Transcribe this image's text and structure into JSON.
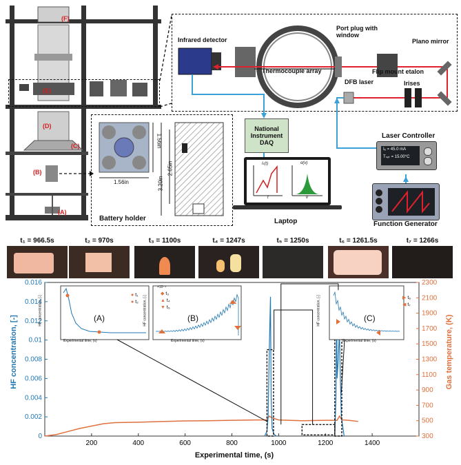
{
  "rig": {
    "labels": [
      "(F)",
      "(E)",
      "(D)",
      "(C)",
      "(B)",
      "(A)"
    ],
    "battery_holder": {
      "title": "Battery holder",
      "dims": [
        "1.56in",
        "1.56in",
        "3.20in",
        "2.65in"
      ]
    }
  },
  "optics": {
    "infrared_detector": "Infrared detector",
    "port_plug": "Port plug with window",
    "plano_mirror": "Plano mirror",
    "thermocouple": "Thermocouple array",
    "flip_mount": "Flip mount etalon",
    "dfb_laser": "DFB laser",
    "irises": "Irises",
    "daq": "National Instrument DAQ",
    "laptop": "Laptop",
    "laser_controller": "Laser Controller",
    "controller_line1": "Iₑ = 45.0 mA",
    "controller_line2": "Tₛₑₜ = 15.00°C",
    "function_generator": "Function Generator",
    "plot1_ylabel": "Iₜ(t)",
    "plot1_xlabel": "t",
    "plot2_ylabel": "α(ν)",
    "plot2_xlabel": "ν"
  },
  "photos": [
    {
      "label": "t₁ = 966.5s"
    },
    {
      "label": "t₂ = 970s"
    },
    {
      "label": "t₃ = 1100s"
    },
    {
      "label": "t₄ = 1247s"
    },
    {
      "label": "t₅ = 1250s"
    },
    {
      "label": "t₆ = 1261.5s"
    },
    {
      "label": "t₇ = 1266s"
    }
  ],
  "colors": {
    "hf": "#1f77b4",
    "temp": "#e0703c",
    "beam": "#e0202c",
    "signal": "#3aa0d8",
    "daq": "#cfe3c8"
  },
  "chart_data": {
    "type": "line",
    "xlabel": "Experimental time, (s)",
    "ylabel_left": "HF concentration, [-]",
    "ylabel_right": "Gas temperature, (K)",
    "xlim": [
      0,
      1600
    ],
    "ylim_left": [
      0,
      0.016
    ],
    "ylim_right": [
      300,
      2300
    ],
    "x_ticks": [
      "200",
      "400",
      "600",
      "800",
      "1000",
      "1200",
      "1400"
    ],
    "y_ticks_left": [
      "0",
      "0.002",
      "0.004",
      "0.006",
      "0.008",
      "0.01",
      "0.012",
      "0.014",
      "0.016"
    ],
    "y_ticks_right": [
      "300",
      "500",
      "700",
      "900",
      "1100",
      "1300",
      "1500",
      "1700",
      "1900",
      "2100",
      "2300"
    ],
    "temperature": {
      "x": [
        0,
        50,
        100,
        150,
        200,
        250,
        300,
        400,
        500,
        600,
        700,
        800,
        900,
        950,
        960,
        970,
        1000,
        1100,
        1200,
        1250,
        1260,
        1270,
        1300,
        1340
      ],
      "y": [
        300,
        320,
        360,
        400,
        430,
        460,
        475,
        480,
        490,
        497,
        500,
        505,
        510,
        510,
        560,
        540,
        510,
        500,
        505,
        505,
        560,
        510,
        505,
        490
      ]
    },
    "hf_spikes": [
      {
        "x": [
          940,
          950,
          955,
          960,
          965,
          968,
          972,
          980,
          990
        ],
        "y": [
          0,
          0.0005,
          0.002,
          0.009,
          0.0145,
          0.004,
          0.0008,
          0.0002,
          0
        ]
      },
      {
        "x": [
          1240,
          1245,
          1248,
          1250,
          1255,
          1260,
          1263,
          1268,
          1280
        ],
        "y": [
          0,
          0.004,
          0.0152,
          0.006,
          0.008,
          0.011,
          0.007,
          0.002,
          0
        ]
      }
    ],
    "insets": [
      {
        "label": "(A)",
        "xlabel": "Experimental time, (s)",
        "ylabel": "HF concentration, [-]",
        "legend": [
          "t₁",
          "t₂"
        ],
        "ylim": [
          0.002,
          0.016
        ]
      },
      {
        "label": "(B)",
        "xlabel": "Experimental time, (s)",
        "ylabel": "HF concentration, [-]",
        "legend": [
          "t₃",
          "t₄",
          "t₅"
        ],
        "scale_note": "×10⁻⁴"
      },
      {
        "label": "(C)",
        "xlabel": "Experimental time, (s)",
        "ylabel": "HF concentration, [-]",
        "legend": [
          "t₆",
          "t₇"
        ]
      }
    ]
  }
}
